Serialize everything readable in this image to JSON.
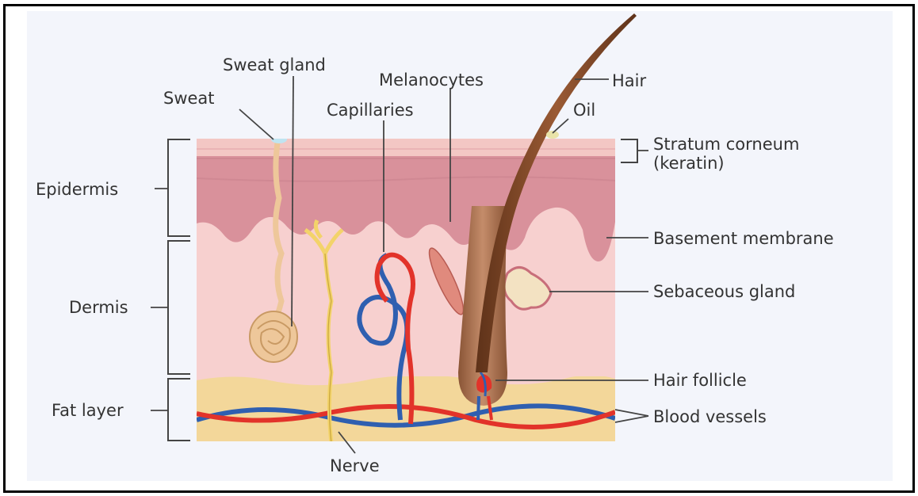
{
  "labels": {
    "sweat_gland": "Sweat gland",
    "melanocytes": "Melanocytes",
    "hair": "Hair",
    "sweat": "Sweat",
    "capillaries": "Capillaries",
    "oil": "Oil",
    "stratum_corneum": "Stratum corneum",
    "keratin": "(keratin)",
    "epidermis": "Epidermis",
    "basement_membrane": "Basement membrane",
    "dermis": "Dermis",
    "sebaceous_gland": "Sebaceous gland",
    "hair_follicle": "Hair follicle",
    "fat_layer": "Fat layer",
    "blood_vessels": "Blood vessels",
    "nerve": "Nerve"
  },
  "colors": {
    "frame": "#000000",
    "panel": "#f3f5fb",
    "stratum": "#f3c7c4",
    "epidermis": "#d9919b",
    "dermis": "#f7d0cf",
    "fat": "#f3d79a",
    "hair": "#7a4526",
    "artery": "#e2332a",
    "vein": "#2f5fb0",
    "nerve": "#f3d36a",
    "gland": "#eec79a",
    "leader": "#444444"
  }
}
